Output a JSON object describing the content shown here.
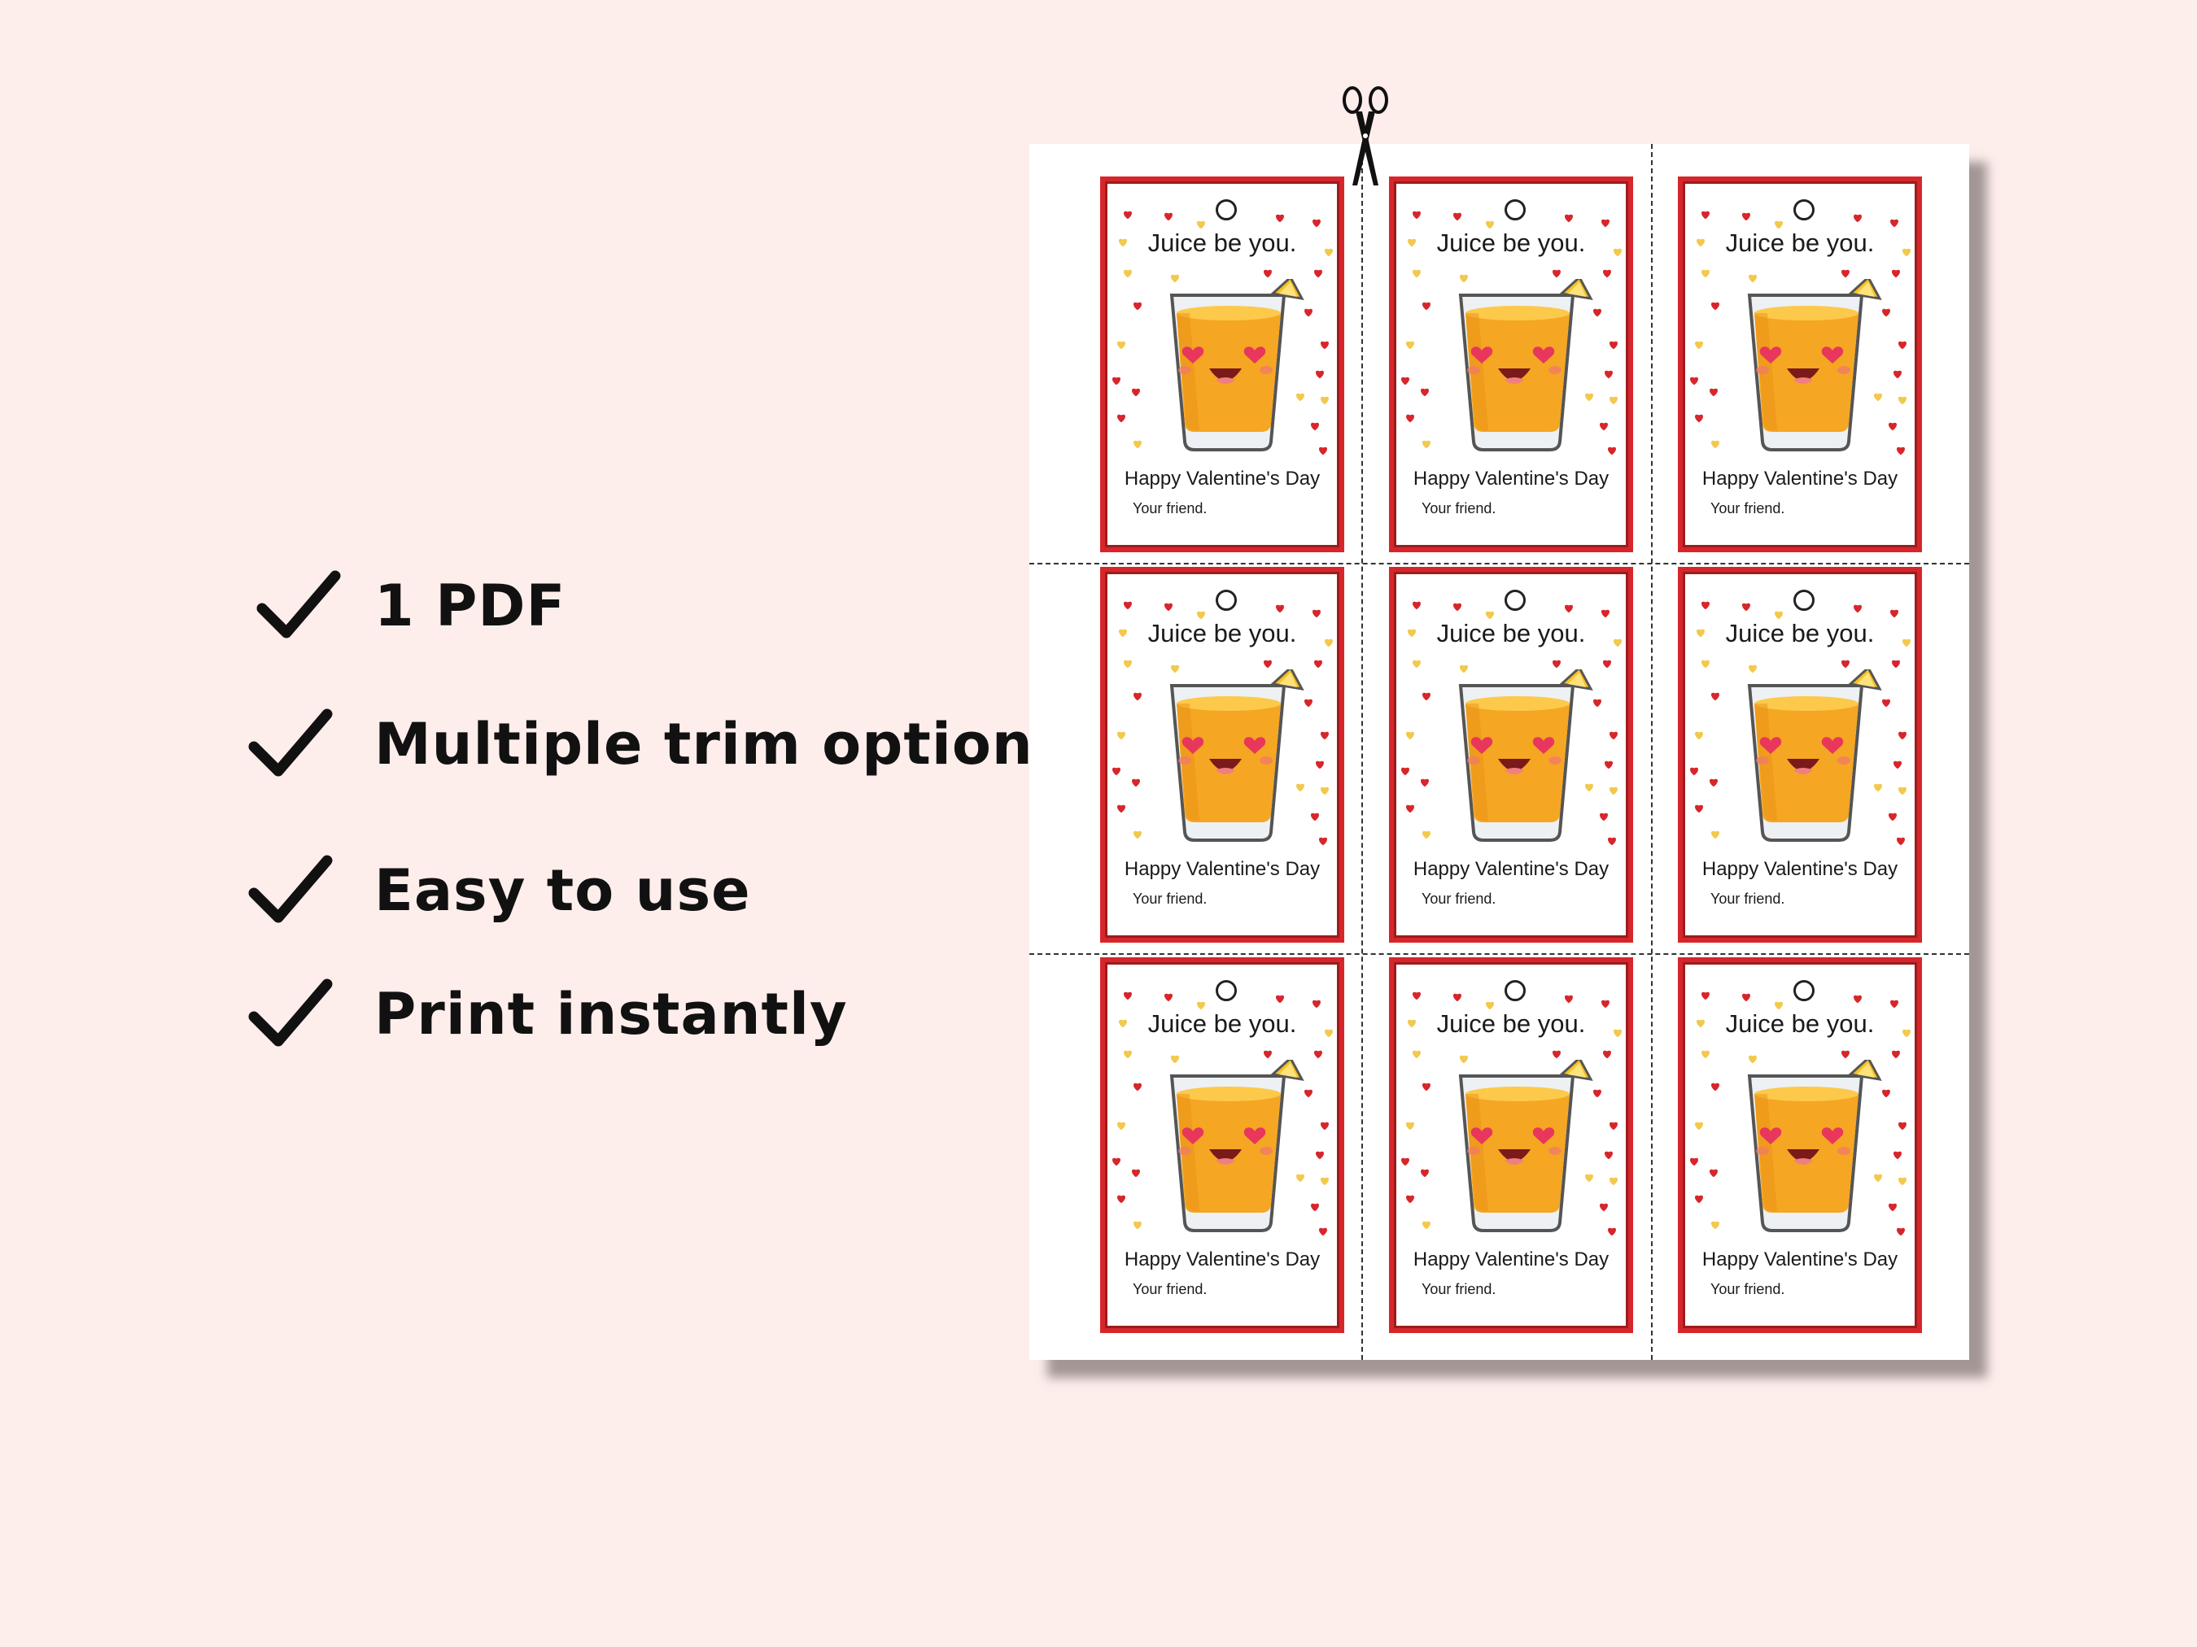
{
  "features": [
    {
      "label": "1 PDF",
      "icon": "checkmark-icon"
    },
    {
      "label": "Multiple trim options",
      "icon": "checkmark-icon"
    },
    {
      "label": "Easy to use",
      "icon": "checkmark-icon"
    },
    {
      "label": "Print instantly",
      "icon": "checkmark-icon"
    }
  ],
  "tag": {
    "title": "Juice be you.",
    "greeting": "Happy Valentine's Day",
    "signoff": "Your friend."
  },
  "colors": {
    "background": "#fdeeeb",
    "tag_border": "#d7262b",
    "juice": "#f5a623",
    "heart_red": "#d7262b",
    "heart_gold": "#f2c94c"
  },
  "icons": {
    "cut": "scissors-icon",
    "check": "checkmark-icon"
  }
}
